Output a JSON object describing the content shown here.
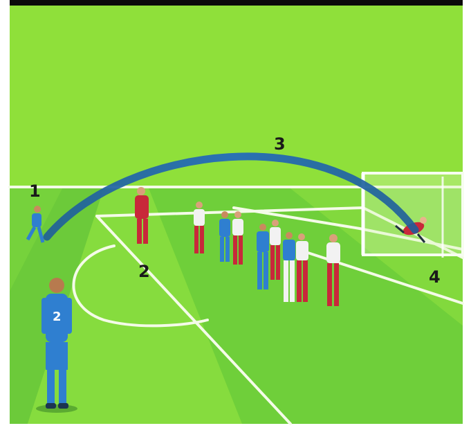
{
  "callouts": {
    "taker": "1",
    "near_post_runner": "2",
    "ball_flight": "3",
    "goal_finish": "4"
  },
  "player_number": "2",
  "colors": {
    "grass_light": "#8fe03a",
    "grass_dark": "#6fcf3a",
    "line": "#f4fbe8",
    "ball_path": "#2f6fa8",
    "team_blue": "#2f7fd0",
    "team_red": "#c8283a",
    "frame_top": "#0a0a0a"
  }
}
